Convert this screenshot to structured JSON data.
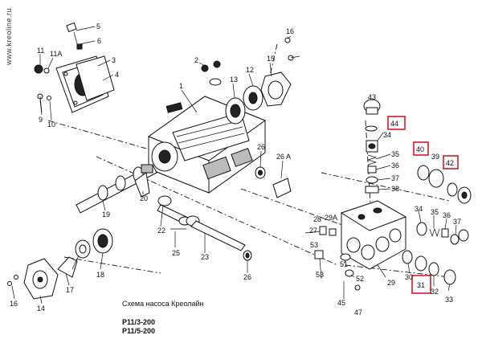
{
  "watermark": "www.kreoline.ru",
  "caption": "Схема насоса Креолайн",
  "models": [
    "P11/3-200",
    "P11/5-200"
  ],
  "highlight_color": "#d6192b",
  "callouts": [
    {
      "id": "c1",
      "text": "1"
    },
    {
      "id": "c2",
      "text": "2"
    },
    {
      "id": "c3",
      "text": "3"
    },
    {
      "id": "c4",
      "text": "4"
    },
    {
      "id": "c5",
      "text": "5"
    },
    {
      "id": "c6",
      "text": "6"
    },
    {
      "id": "c9",
      "text": "9"
    },
    {
      "id": "c10",
      "text": "10"
    },
    {
      "id": "c11",
      "text": "11"
    },
    {
      "id": "c11a",
      "text": "11A"
    },
    {
      "id": "c12",
      "text": "12"
    },
    {
      "id": "c13",
      "text": "13"
    },
    {
      "id": "c14",
      "text": "14"
    },
    {
      "id": "c15",
      "text": "15"
    },
    {
      "id": "c16a",
      "text": "16"
    },
    {
      "id": "c16b",
      "text": "16"
    },
    {
      "id": "c17",
      "text": "17"
    },
    {
      "id": "c18",
      "text": "18"
    },
    {
      "id": "c19",
      "text": "19"
    },
    {
      "id": "c20",
      "text": "20"
    },
    {
      "id": "c22",
      "text": "22"
    },
    {
      "id": "c23",
      "text": "23"
    },
    {
      "id": "c25",
      "text": "25"
    },
    {
      "id": "c26",
      "text": "26"
    },
    {
      "id": "c26a",
      "text": "26 A"
    },
    {
      "id": "c27",
      "text": "27"
    },
    {
      "id": "c28",
      "text": "28"
    },
    {
      "id": "c29",
      "text": "29"
    },
    {
      "id": "c29a",
      "text": "29A"
    },
    {
      "id": "c30",
      "text": "30"
    },
    {
      "id": "c31",
      "text": "31",
      "highlight": true
    },
    {
      "id": "c32",
      "text": "32"
    },
    {
      "id": "c33",
      "text": "33"
    },
    {
      "id": "c34a",
      "text": "34"
    },
    {
      "id": "c34b",
      "text": "34"
    },
    {
      "id": "c35a",
      "text": "35"
    },
    {
      "id": "c35b",
      "text": "35"
    },
    {
      "id": "c36a",
      "text": "36"
    },
    {
      "id": "c36b",
      "text": "36"
    },
    {
      "id": "c37a",
      "text": "37"
    },
    {
      "id": "c37b",
      "text": "37"
    },
    {
      "id": "c38",
      "text": "38"
    },
    {
      "id": "c39",
      "text": "39"
    },
    {
      "id": "c40",
      "text": "40",
      "highlight": true
    },
    {
      "id": "c42",
      "text": "42",
      "highlight": true
    },
    {
      "id": "c43",
      "text": "43"
    },
    {
      "id": "c44",
      "text": "44",
      "highlight": true
    },
    {
      "id": "c45",
      "text": "45"
    },
    {
      "id": "c47",
      "text": "47"
    },
    {
      "id": "c51",
      "text": "51"
    },
    {
      "id": "c52",
      "text": "52"
    },
    {
      "id": "c53",
      "text": "53"
    }
  ]
}
